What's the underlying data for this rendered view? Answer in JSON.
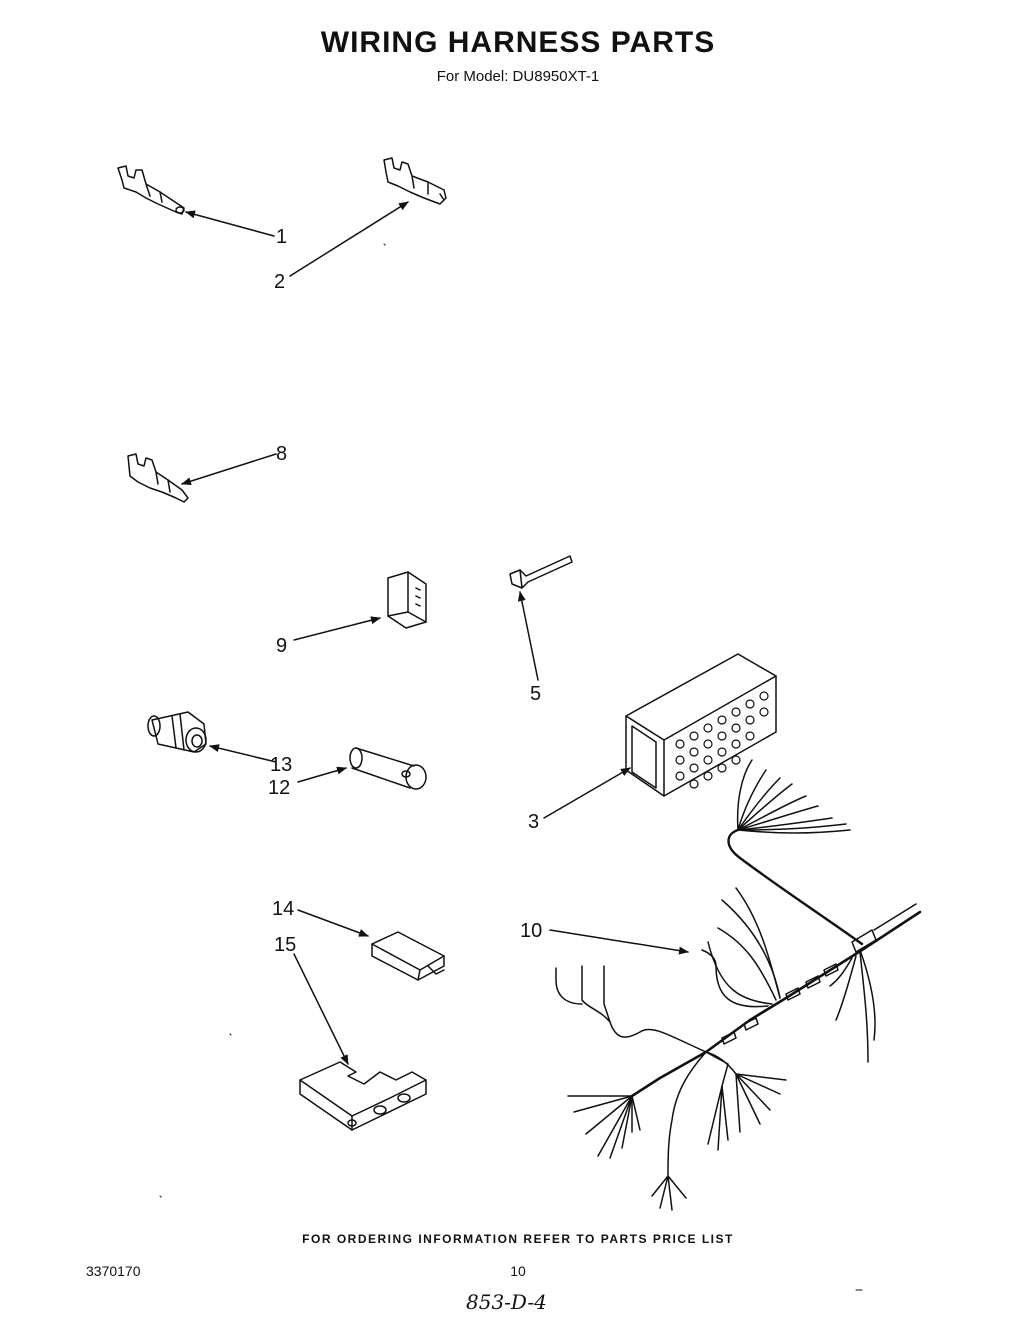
{
  "header": {
    "title": "WIRING HARNESS PARTS",
    "subtitle": "For Model: DU8950XT-1"
  },
  "callouts": {
    "c1": "1",
    "c2": "2",
    "c3": "3",
    "c5": "5",
    "c8": "8",
    "c9": "9",
    "c10": "10",
    "c12": "12",
    "c13": "13",
    "c14": "14",
    "c15": "15"
  },
  "footer": {
    "ordering_note": "FOR ORDERING INFORMATION REFER TO PARTS PRICE LIST",
    "doc_number": "3370170",
    "page_number": "10",
    "handwritten_note": "853-D-4"
  }
}
